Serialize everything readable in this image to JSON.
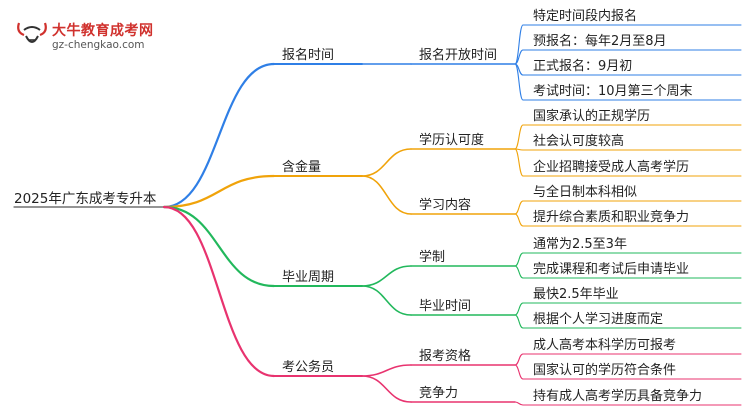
{
  "logo": {
    "brand": "大牛教育成考网",
    "url": "gz-chengkao.com"
  },
  "root": "2025年广东成考专升本",
  "colors": {
    "blue": "#2f7fe6",
    "orange": "#f0a30a",
    "green": "#22b85c",
    "pink": "#e8336f"
  },
  "branches": [
    {
      "label": "报名时间",
      "color": "blue",
      "groups": [
        {
          "label": "报名开放时间",
          "leaves": [
            "特定时间段内报名",
            "预报名：每年2月至8月",
            "正式报名：9月初",
            "考试时间：10月第三个周末"
          ]
        }
      ]
    },
    {
      "label": "含金量",
      "color": "orange",
      "groups": [
        {
          "label": "学历认可度",
          "leaves": [
            "国家承认的正规学历",
            "社会认可度较高",
            "企业招聘接受成人高考学历"
          ]
        },
        {
          "label": "学习内容",
          "leaves": [
            "与全日制本科相似",
            "提升综合素质和职业竞争力"
          ]
        }
      ]
    },
    {
      "label": "毕业周期",
      "color": "green",
      "groups": [
        {
          "label": "学制",
          "leaves": [
            "通常为2.5至3年",
            "完成课程和考试后申请毕业"
          ]
        },
        {
          "label": "毕业时间",
          "leaves": [
            "最快2.5年毕业",
            "根据个人学习进度而定"
          ]
        }
      ]
    },
    {
      "label": "考公务员",
      "color": "pink",
      "groups": [
        {
          "label": "报考资格",
          "leaves": [
            "成人高考本科学历可报考",
            "国家认可的学历符合条件"
          ]
        },
        {
          "label": "竞争力",
          "leaves": [
            "持有成人高考学历具备竞争力"
          ]
        }
      ]
    }
  ]
}
